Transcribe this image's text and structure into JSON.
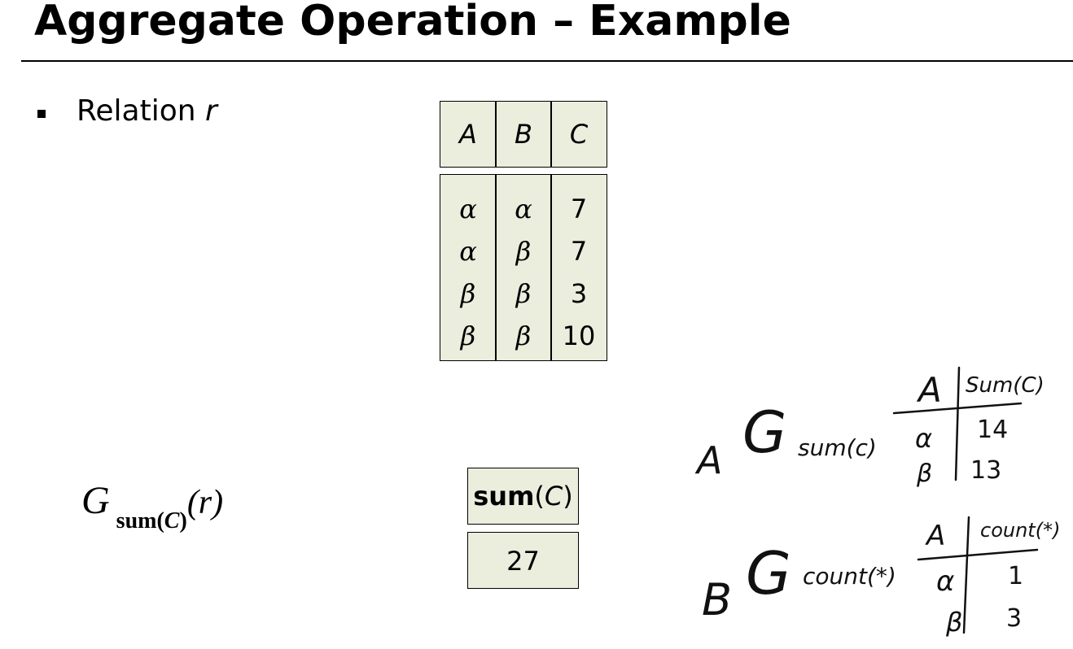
{
  "title": "Aggregate Operation – Example",
  "bullet": {
    "label": "Relation",
    "var": "r"
  },
  "relation": {
    "headers": [
      "A",
      "B",
      "C"
    ],
    "rows": [
      [
        "α",
        "α",
        "7"
      ],
      [
        "α",
        "β",
        "7"
      ],
      [
        "β",
        "β",
        "3"
      ],
      [
        "β",
        "β",
        "10"
      ]
    ]
  },
  "expression": {
    "symbol": "G",
    "sub_prefix": "sum(",
    "sub_var": "C",
    "sub_suffix": ")",
    "arg": "(r)"
  },
  "result": {
    "header_func": "sum",
    "header_open": "(",
    "header_var": "C",
    "header_close": ")",
    "value": "27"
  },
  "annotations": {
    "A": {
      "label": "A",
      "symbol": "G",
      "func": "sum(c)",
      "headers": [
        "A",
        "Sum(C)"
      ],
      "rows": [
        [
          "α",
          "14"
        ],
        [
          "β",
          "13"
        ]
      ]
    },
    "B": {
      "label": "B",
      "symbol": "G",
      "func": "count(*)",
      "headers": [
        "A",
        "count(*)"
      ],
      "rows": [
        [
          "α",
          "1"
        ],
        [
          "β",
          "3"
        ]
      ]
    }
  }
}
